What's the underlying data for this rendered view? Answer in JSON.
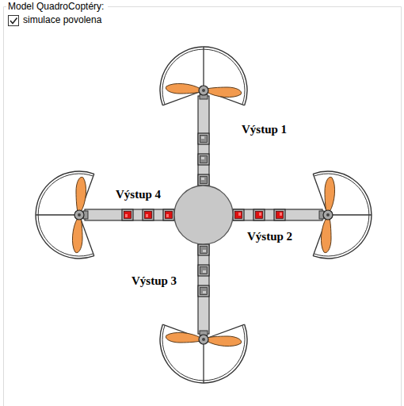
{
  "diagram": {
    "title": "Model QuadroCoptéry:",
    "labels": [
      "simulace povolena",
      "Výstup 1",
      "Výstup 2",
      "Výstup 3",
      "Výstup 4"
    ]
  }
}
